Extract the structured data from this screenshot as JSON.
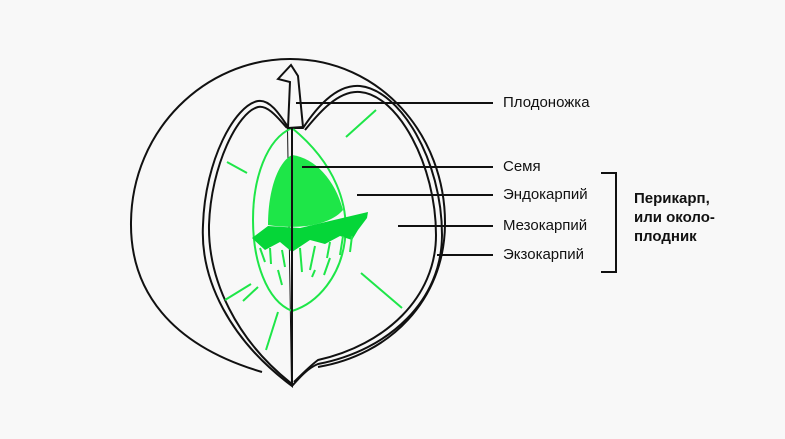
{
  "labels": {
    "stalk": "Плодоножка",
    "seed": "Семя",
    "endocarp": "Эндокарпий",
    "mesocarp": "Мезокарпий",
    "exocarp": "Экзокарпий"
  },
  "pericarp": {
    "line1": "Перикарп,",
    "line2": "или около-",
    "line3": "плодник"
  },
  "colors": {
    "green": "#1ee648",
    "dark_green": "#05d638",
    "line": "#111111"
  }
}
